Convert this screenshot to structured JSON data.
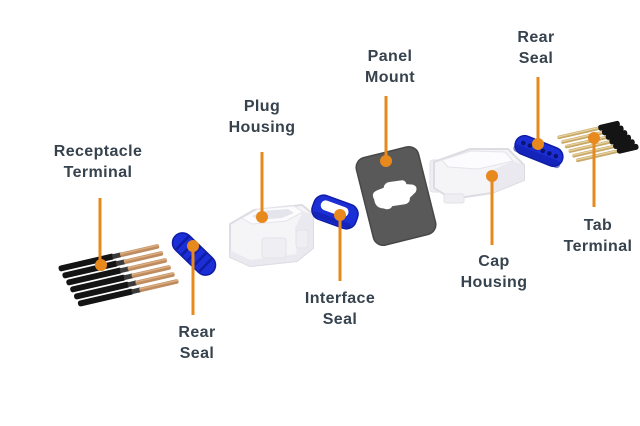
{
  "background": "#ffffff",
  "colors": {
    "label_text": "#36424d",
    "leader": "#e8891d",
    "seal_blue": "#1c2ed6",
    "seal_blue_dark": "#0f1da6",
    "housing_white": "#f5f5f7",
    "housing_shade": "#e9e9ef",
    "panel_gray": "#595959",
    "terminal_black": "#141414",
    "terminal_copper": "#bf8c60",
    "terminal_gold": "#c9a96a"
  },
  "labels": [
    {
      "id": "receptacle-terminal",
      "lines": [
        "Receptacle",
        "Terminal"
      ]
    },
    {
      "id": "rear-seal-left",
      "lines": [
        "Rear",
        "Seal"
      ]
    },
    {
      "id": "plug-housing",
      "lines": [
        "Plug",
        "Housing"
      ]
    },
    {
      "id": "interface-seal",
      "lines": [
        "Interface",
        "Seal"
      ]
    },
    {
      "id": "panel-mount",
      "lines": [
        "Panel",
        "Mount"
      ]
    },
    {
      "id": "cap-housing",
      "lines": [
        "Cap",
        "Housing"
      ]
    },
    {
      "id": "rear-seal-right",
      "lines": [
        "Rear",
        "Seal"
      ]
    },
    {
      "id": "tab-terminal",
      "lines": [
        "Tab",
        "Terminal"
      ]
    }
  ]
}
